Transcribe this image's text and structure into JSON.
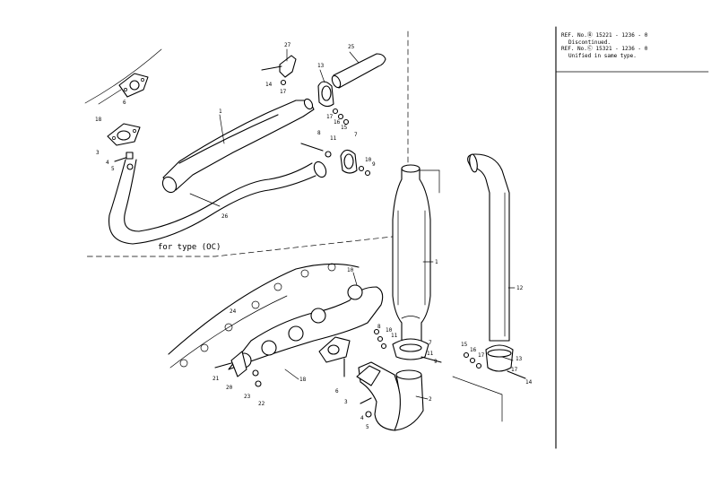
{
  "ref_notes": {
    "line1": "REF. No.Ⓑ 15221 - 1236 - 0",
    "line2": "Discontinued.",
    "line3": "REF. No.Ⓒ 15321 - 1236 - 0",
    "line4": "Unified in same type."
  },
  "inset_caption": "for type (OC)",
  "callouts": {
    "c1": "1",
    "c2": "2",
    "c3": "3",
    "c4": "4",
    "c5": "5",
    "c6": "6",
    "c7": "7",
    "c8": "8",
    "c9": "9",
    "c10": "10",
    "c11": "11",
    "c12": "12",
    "c13": "13",
    "c14": "14",
    "c15": "15",
    "c16": "16",
    "c17": "17",
    "c18": "18",
    "c20": "20",
    "c21": "21",
    "c22": "22",
    "c23": "23",
    "c24": "24",
    "c25": "25",
    "c26": "26",
    "c27": "27"
  }
}
